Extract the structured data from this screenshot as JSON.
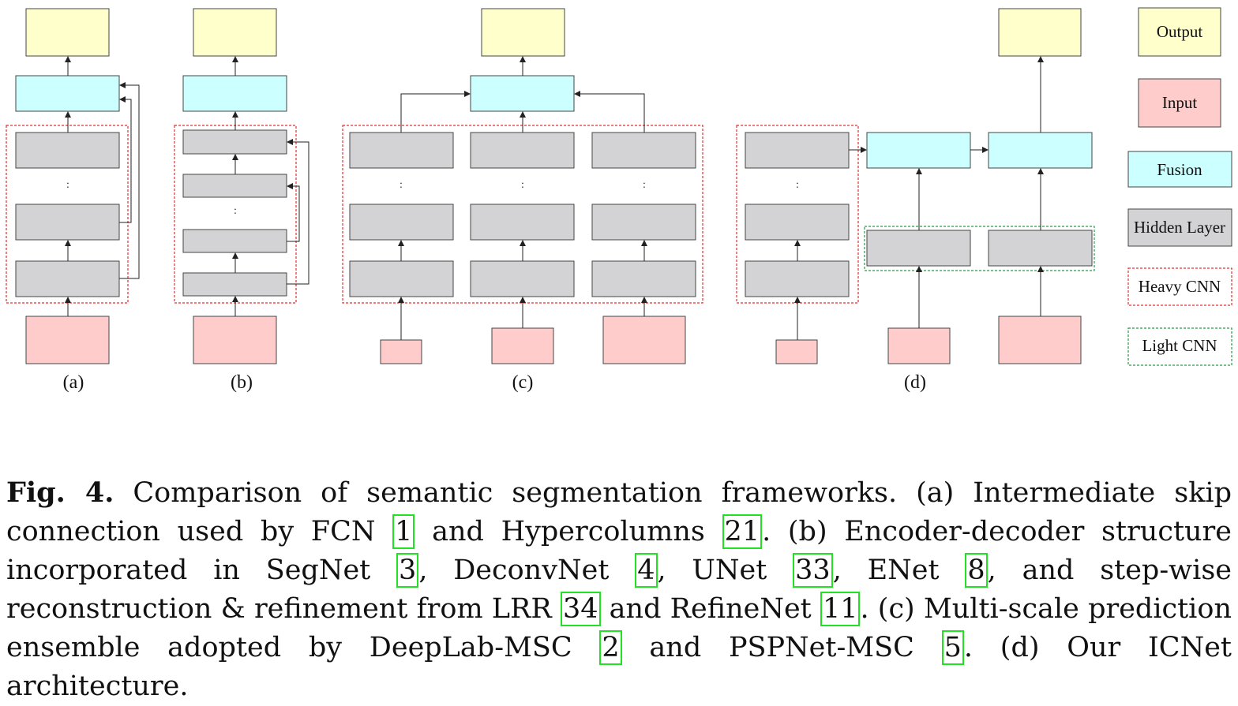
{
  "diagram": {
    "panels": [
      "(a)",
      "(b)",
      "(c)",
      "(d)"
    ],
    "ellipsis": ":",
    "legend": [
      "Output",
      "Input",
      "Fusion",
      "Hidden Layer",
      "Heavy CNN",
      "Light CNN"
    ]
  },
  "caption": {
    "label": "Fig. 4.",
    "segments": [
      {
        "t": " Comparison of semantic segmentation frameworks. (a) Intermediate skip connection used by FCN "
      },
      {
        "ref": "1"
      },
      {
        "t": " and Hypercolumns "
      },
      {
        "ref": "21"
      },
      {
        "t": ". (b) Encoder-decoder structure incorporated in SegNet "
      },
      {
        "ref": "3"
      },
      {
        "t": ", DeconvNet "
      },
      {
        "ref": "4"
      },
      {
        "t": ", UNet "
      },
      {
        "ref": "33"
      },
      {
        "t": ", ENet "
      },
      {
        "ref": "8"
      },
      {
        "t": ", and step-wise reconstruction & refinement from LRR "
      },
      {
        "ref": "34"
      },
      {
        "t": " and RefineNet "
      },
      {
        "ref": "11"
      },
      {
        "t": ". (c) Multi-scale prediction ensemble adopted by DeepLab-MSC "
      },
      {
        "ref": "2"
      },
      {
        "t": " and PSPNet-MSC "
      },
      {
        "ref": "5"
      },
      {
        "t": ". (d) Our ICNet architecture."
      }
    ]
  },
  "colors": {
    "output": "#ffffcc",
    "input": "#ffcccc",
    "fusion": "#ccffff",
    "hidden": "#d3d3d6",
    "heavy": "#e03030",
    "light": "#2a9a48",
    "ref_box": "#22e022"
  }
}
